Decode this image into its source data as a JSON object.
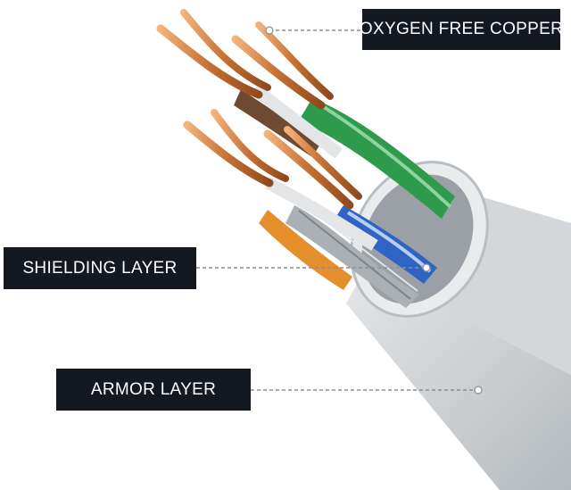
{
  "labels": {
    "copper": "OXYGEN FREE COPPER",
    "shielding": "SHIELDING LAYER",
    "armor": "ARMOR LAYER"
  },
  "colors": {
    "label_bg": "#141821",
    "label_text": "#ffffff",
    "jacket": "#c9cdd0",
    "copper": "#c9793f",
    "pair_green": "#2e9b4c",
    "pair_blue": "#2f63c4",
    "pair_orange": "#e58f2c",
    "pair_brown": "#6e4a33",
    "leader_line": "#8a8f96"
  }
}
